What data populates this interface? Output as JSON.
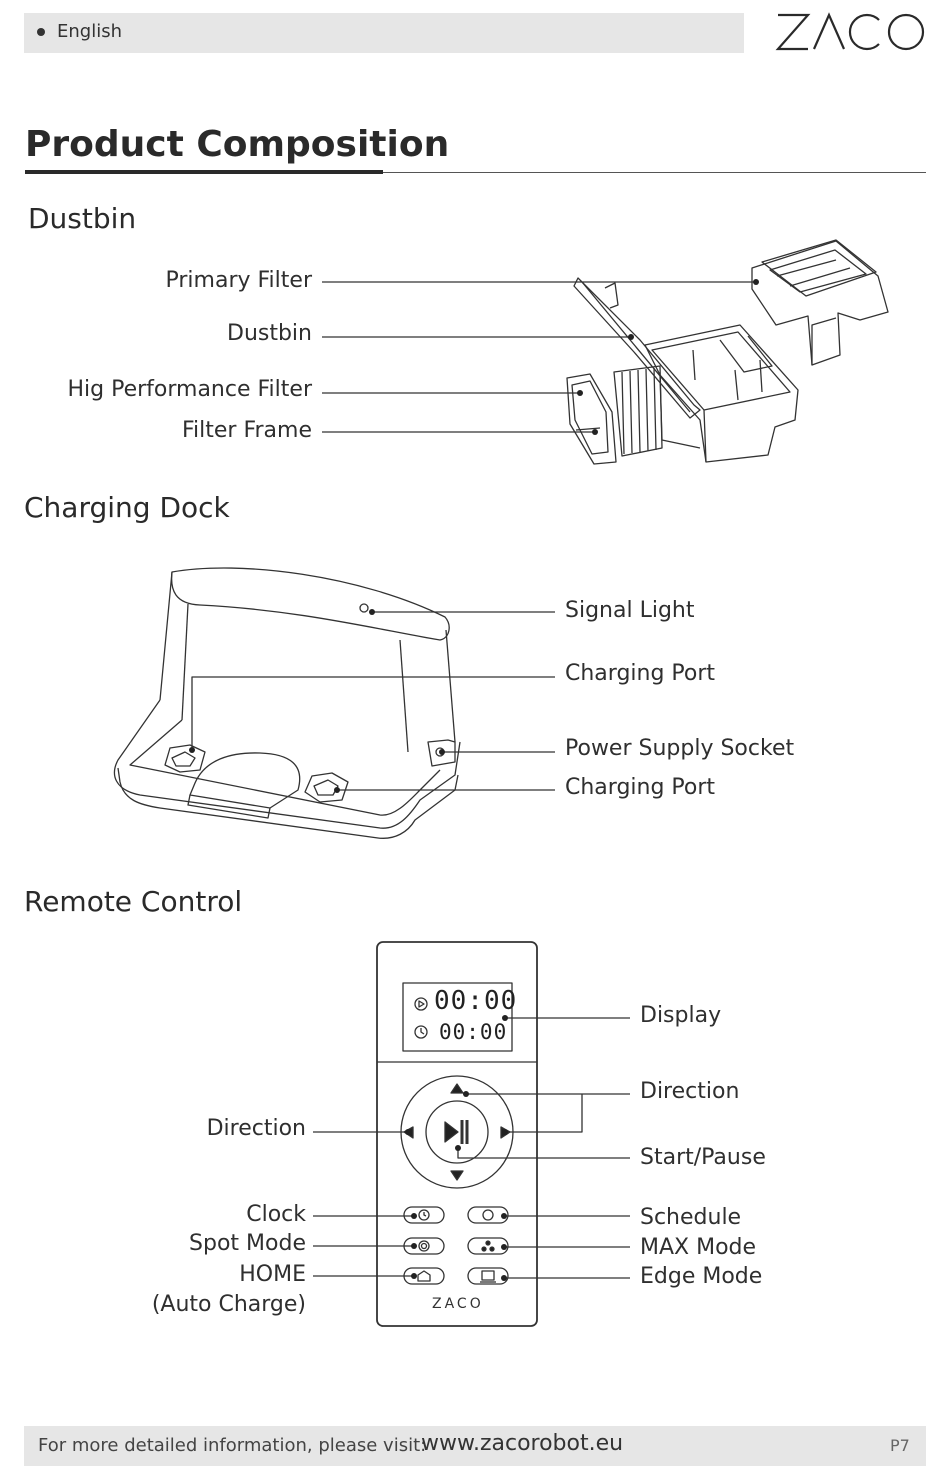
{
  "header": {
    "language": "English",
    "logo_text": "ZACO"
  },
  "page": {
    "title": "Product Composition"
  },
  "dustbin": {
    "heading": "Dustbin",
    "labels": {
      "primary_filter": "Primary Filter",
      "dustbin": "Dustbin",
      "hp_filter": "Hig Performance Filter",
      "filter_frame": "Filter Frame"
    }
  },
  "dock": {
    "heading": "Charging Dock",
    "labels": {
      "signal_light": "Signal Light",
      "charging_port_top": "Charging Port",
      "power_socket": "Power Supply Socket",
      "charging_port_bottom": "Charging Port"
    }
  },
  "remote": {
    "heading": "Remote Control",
    "display_time_1": "00:00",
    "display_time_2": "00:00",
    "brand": "ZACO",
    "labels": {
      "display": "Display",
      "direction_right": "Direction",
      "start_pause": "Start/Pause",
      "direction_left": "Direction",
      "clock": "Clock",
      "spot_mode": "Spot Mode",
      "home": "HOME",
      "auto_charge": "(Auto Charge)",
      "schedule": "Schedule",
      "max_mode": "MAX Mode",
      "edge_mode": "Edge Mode"
    }
  },
  "footer": {
    "text": "For more detailed information, please visit:",
    "url": "www.zacorobot.eu",
    "page_number": "P7"
  }
}
